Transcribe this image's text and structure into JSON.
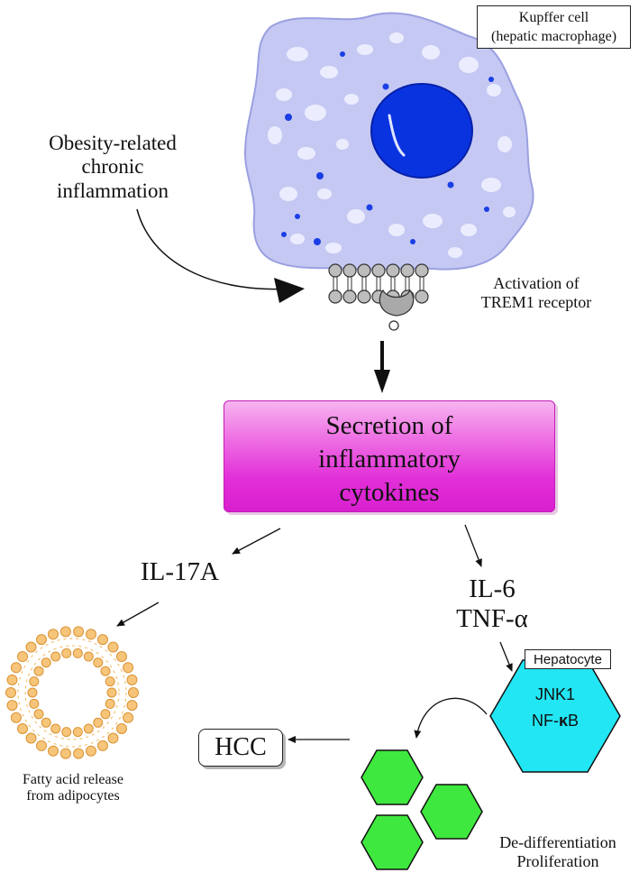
{
  "labels": {
    "kupffer_line1": "Kupffer cell",
    "kupffer_line2": "(hepatic macrophage)",
    "obesity_line1": "Obesity-related",
    "obesity_line2": "chronic",
    "obesity_line3": "inflammation",
    "activation_line1": "Activation of",
    "activation_line2": "TREM1 receptor",
    "secretion_line1": "Secretion of",
    "secretion_line2": "inflammatory",
    "secretion_line3": "cytokines",
    "il17a": "IL-17A",
    "il6": "IL-6",
    "tnfa": "TNF-α",
    "hepatocyte": "Hepatocyte",
    "jnk1": "JNK1",
    "nfkb_prefix": "NF-",
    "nfkb_kappa": "κ",
    "nfkb_suffix": "B",
    "fatty_line1": "Fatty acid release",
    "fatty_line2": "from adipocytes",
    "hcc": "HCC",
    "dediff_line1": "De-differentiation",
    "dediff_line2": "Proliferation"
  },
  "colors": {
    "cell_body": "#c5c8f2",
    "nucleus": "#0a33e0",
    "cytokine_box": "#e22fd8",
    "hepatocyte": "#22e6f4",
    "proliferating_cells": "#3ee83e",
    "adipocyte": "#f5b55a"
  }
}
